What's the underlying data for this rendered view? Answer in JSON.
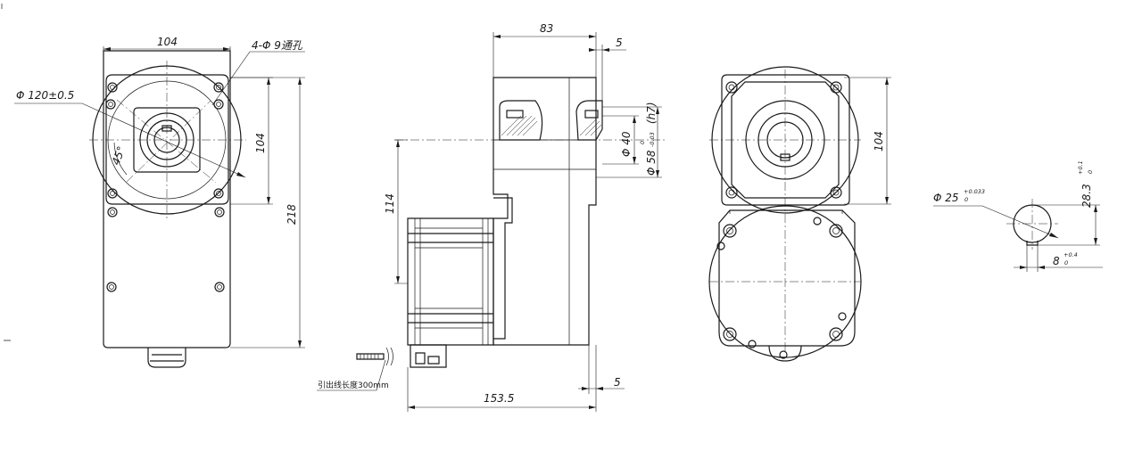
{
  "front_view": {
    "width_dim": "104",
    "hole_note": "4-Φ 9通孔",
    "flange_dia": "Φ 120±0.5",
    "angle": "45°",
    "height_104": "104",
    "height_218": "218"
  },
  "side_view": {
    "dim_83": "83",
    "dim_5_top": "5",
    "dim_40": "Φ 40",
    "dim_58": "Φ 58",
    "dim_58_tol_upper": "0",
    "dim_58_tol_lower": "-0.03",
    "dim_58_fit": "(h7)",
    "dim_114": "114",
    "dim_153": "153.5",
    "dim_5_bottom": "5",
    "cable_note": "引出线长度300mm"
  },
  "rear_view": {
    "height_104": "104"
  },
  "shaft_detail": {
    "dia": "Φ 25",
    "dia_tol_upper": "+0.033",
    "dia_tol_lower": "0",
    "key_height": "28.3",
    "key_height_tol_upper": "+0.1",
    "key_height_tol_lower": "0",
    "key_width": "8",
    "key_width_tol_upper": "+0.4",
    "key_width_tol_lower": "0"
  }
}
